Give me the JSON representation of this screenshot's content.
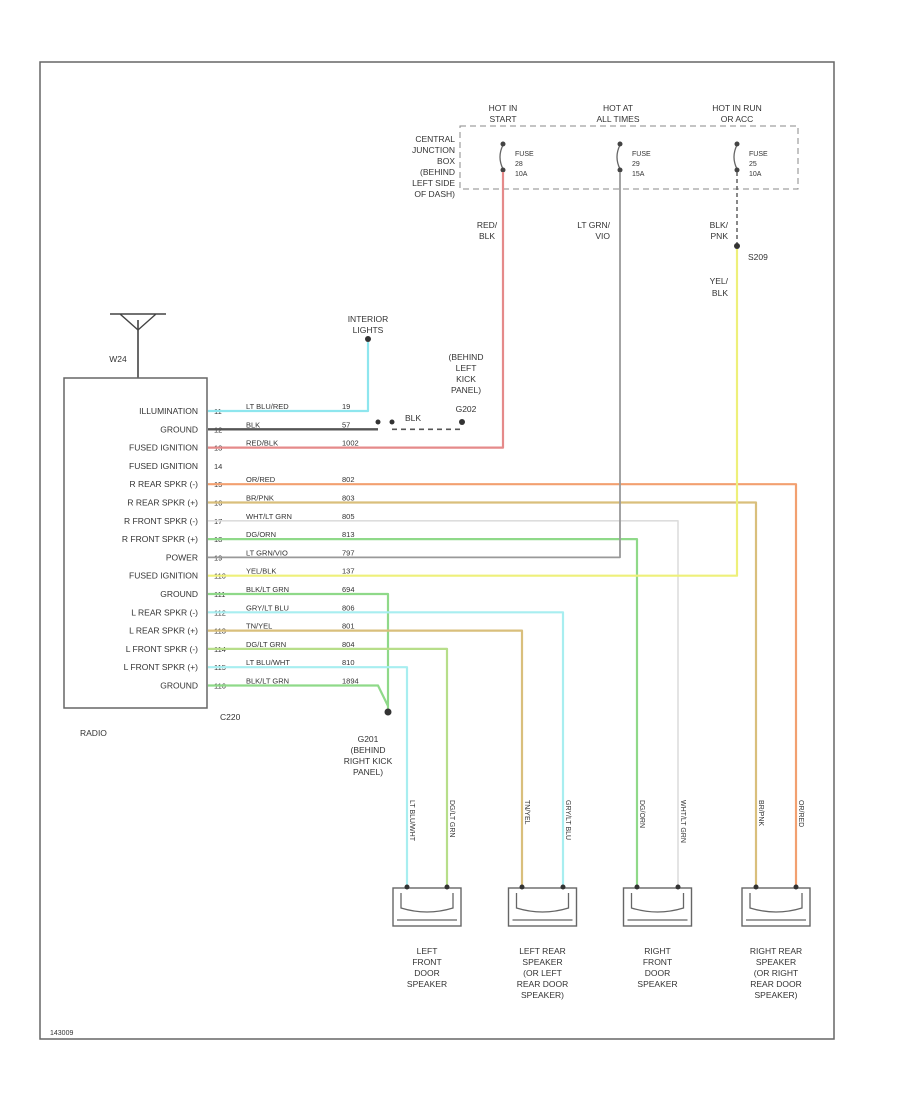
{
  "fuse_box": {
    "label": [
      "CENTRAL",
      "JUNCTION",
      "BOX",
      "(BEHIND",
      "LEFT SIDE",
      "OF DASH)"
    ],
    "fuses": [
      {
        "hot": [
          "HOT IN",
          "START"
        ],
        "fuse": [
          "FUSE",
          "28",
          "10A"
        ],
        "wire": [
          "RED/",
          "BLK"
        ]
      },
      {
        "hot": [
          "HOT AT",
          "ALL TIMES"
        ],
        "fuse": [
          "FUSE",
          "29",
          "15A"
        ],
        "wire": [
          "LT GRN/",
          "VIO"
        ]
      },
      {
        "hot": [
          "HOT IN RUN",
          "OR ACC"
        ],
        "fuse": [
          "FUSE",
          "25",
          "10A"
        ],
        "wire": [
          "BLK/",
          "PNK"
        ]
      }
    ],
    "splice": "S209",
    "splice_wire": [
      "YEL/",
      "BLK"
    ]
  },
  "antenna": {
    "label": "W24"
  },
  "interior_lights": {
    "label": [
      "INTERIOR",
      "LIGHTS"
    ]
  },
  "ground_left": {
    "label": [
      "(BEHIND",
      "LEFT",
      "KICK",
      "PANEL)",
      "G202"
    ],
    "wire": "BLK"
  },
  "radio": {
    "label": "RADIO",
    "connector": "C220",
    "pins": [
      {
        "name": "ILLUMINATION",
        "pin": "11",
        "wire": "LT BLU/RED",
        "circuit": "19"
      },
      {
        "name": "GROUND",
        "pin": "12",
        "wire": "BLK",
        "circuit": "57"
      },
      {
        "name": "FUSED IGNITION",
        "pin": "13",
        "wire": "RED/BLK",
        "circuit": "1002"
      },
      {
        "name": "FUSED IGNITION",
        "pin": "14",
        "wire": "",
        "circuit": ""
      },
      {
        "name": "R REAR SPKR (-)",
        "pin": "15",
        "wire": "OR/RED",
        "circuit": "802"
      },
      {
        "name": "R REAR SPKR (+)",
        "pin": "16",
        "wire": "BR/PNK",
        "circuit": "803"
      },
      {
        "name": "R FRONT SPKR (-)",
        "pin": "17",
        "wire": "WHT/LT GRN",
        "circuit": "805"
      },
      {
        "name": "R FRONT SPKR (+)",
        "pin": "18",
        "wire": "DG/ORN",
        "circuit": "813"
      },
      {
        "name": "POWER",
        "pin": "19",
        "wire": "LT GRN/VIO",
        "circuit": "797"
      },
      {
        "name": "FUSED IGNITION",
        "pin": "110",
        "wire": "YEL/BLK",
        "circuit": "137"
      },
      {
        "name": "GROUND",
        "pin": "111",
        "wire": "BLK/LT GRN",
        "circuit": "694"
      },
      {
        "name": "L REAR SPKR (-)",
        "pin": "112",
        "wire": "GRY/LT BLU",
        "circuit": "806"
      },
      {
        "name": "L REAR SPKR (+)",
        "pin": "113",
        "wire": "TN/YEL",
        "circuit": "801"
      },
      {
        "name": "L FRONT SPKR (-)",
        "pin": "114",
        "wire": "DG/LT GRN",
        "circuit": "804"
      },
      {
        "name": "L FRONT SPKR (+)",
        "pin": "115",
        "wire": "LT BLU/WHT",
        "circuit": "810"
      },
      {
        "name": "GROUND",
        "pin": "116",
        "wire": "BLK/LT GRN",
        "circuit": "1894"
      }
    ]
  },
  "ground_right": {
    "label": [
      "G201",
      "(BEHIND",
      "RIGHT KICK",
      "PANEL)"
    ]
  },
  "speakers": [
    {
      "label": [
        "LEFT",
        "FRONT",
        "DOOR",
        "SPEAKER"
      ],
      "wires": [
        "LT BLU/WHT",
        "DG/LT GRN"
      ]
    },
    {
      "label": [
        "LEFT REAR",
        "SPEAKER",
        "(OR LEFT",
        "REAR DOOR",
        "SPEAKER)"
      ],
      "wires": [
        "TN/YEL",
        "GRY/LT BLU"
      ]
    },
    {
      "label": [
        "RIGHT",
        "FRONT",
        "DOOR",
        "SPEAKER"
      ],
      "wires": [
        "DG/ORN",
        "WHT/LT GRN"
      ]
    },
    {
      "label": [
        "RIGHT REAR",
        "SPEAKER",
        "(OR RIGHT",
        "REAR DOOR",
        "SPEAKER)"
      ],
      "wires": [
        "BR/PNK",
        "OR/RED"
      ]
    }
  ],
  "figure_id": "143009",
  "colors": {
    "red": "#e58a8a",
    "cyan": "#8ee6ee",
    "gray": "#999999",
    "black": "#555555",
    "orange": "#f2a070",
    "tan": "#d9bf7c",
    "white": "#dddddd",
    "green": "#8fd989",
    "yellow": "#eef07a",
    "ltgreen": "#b7de8a",
    "ltcyan": "#a8eef0"
  }
}
